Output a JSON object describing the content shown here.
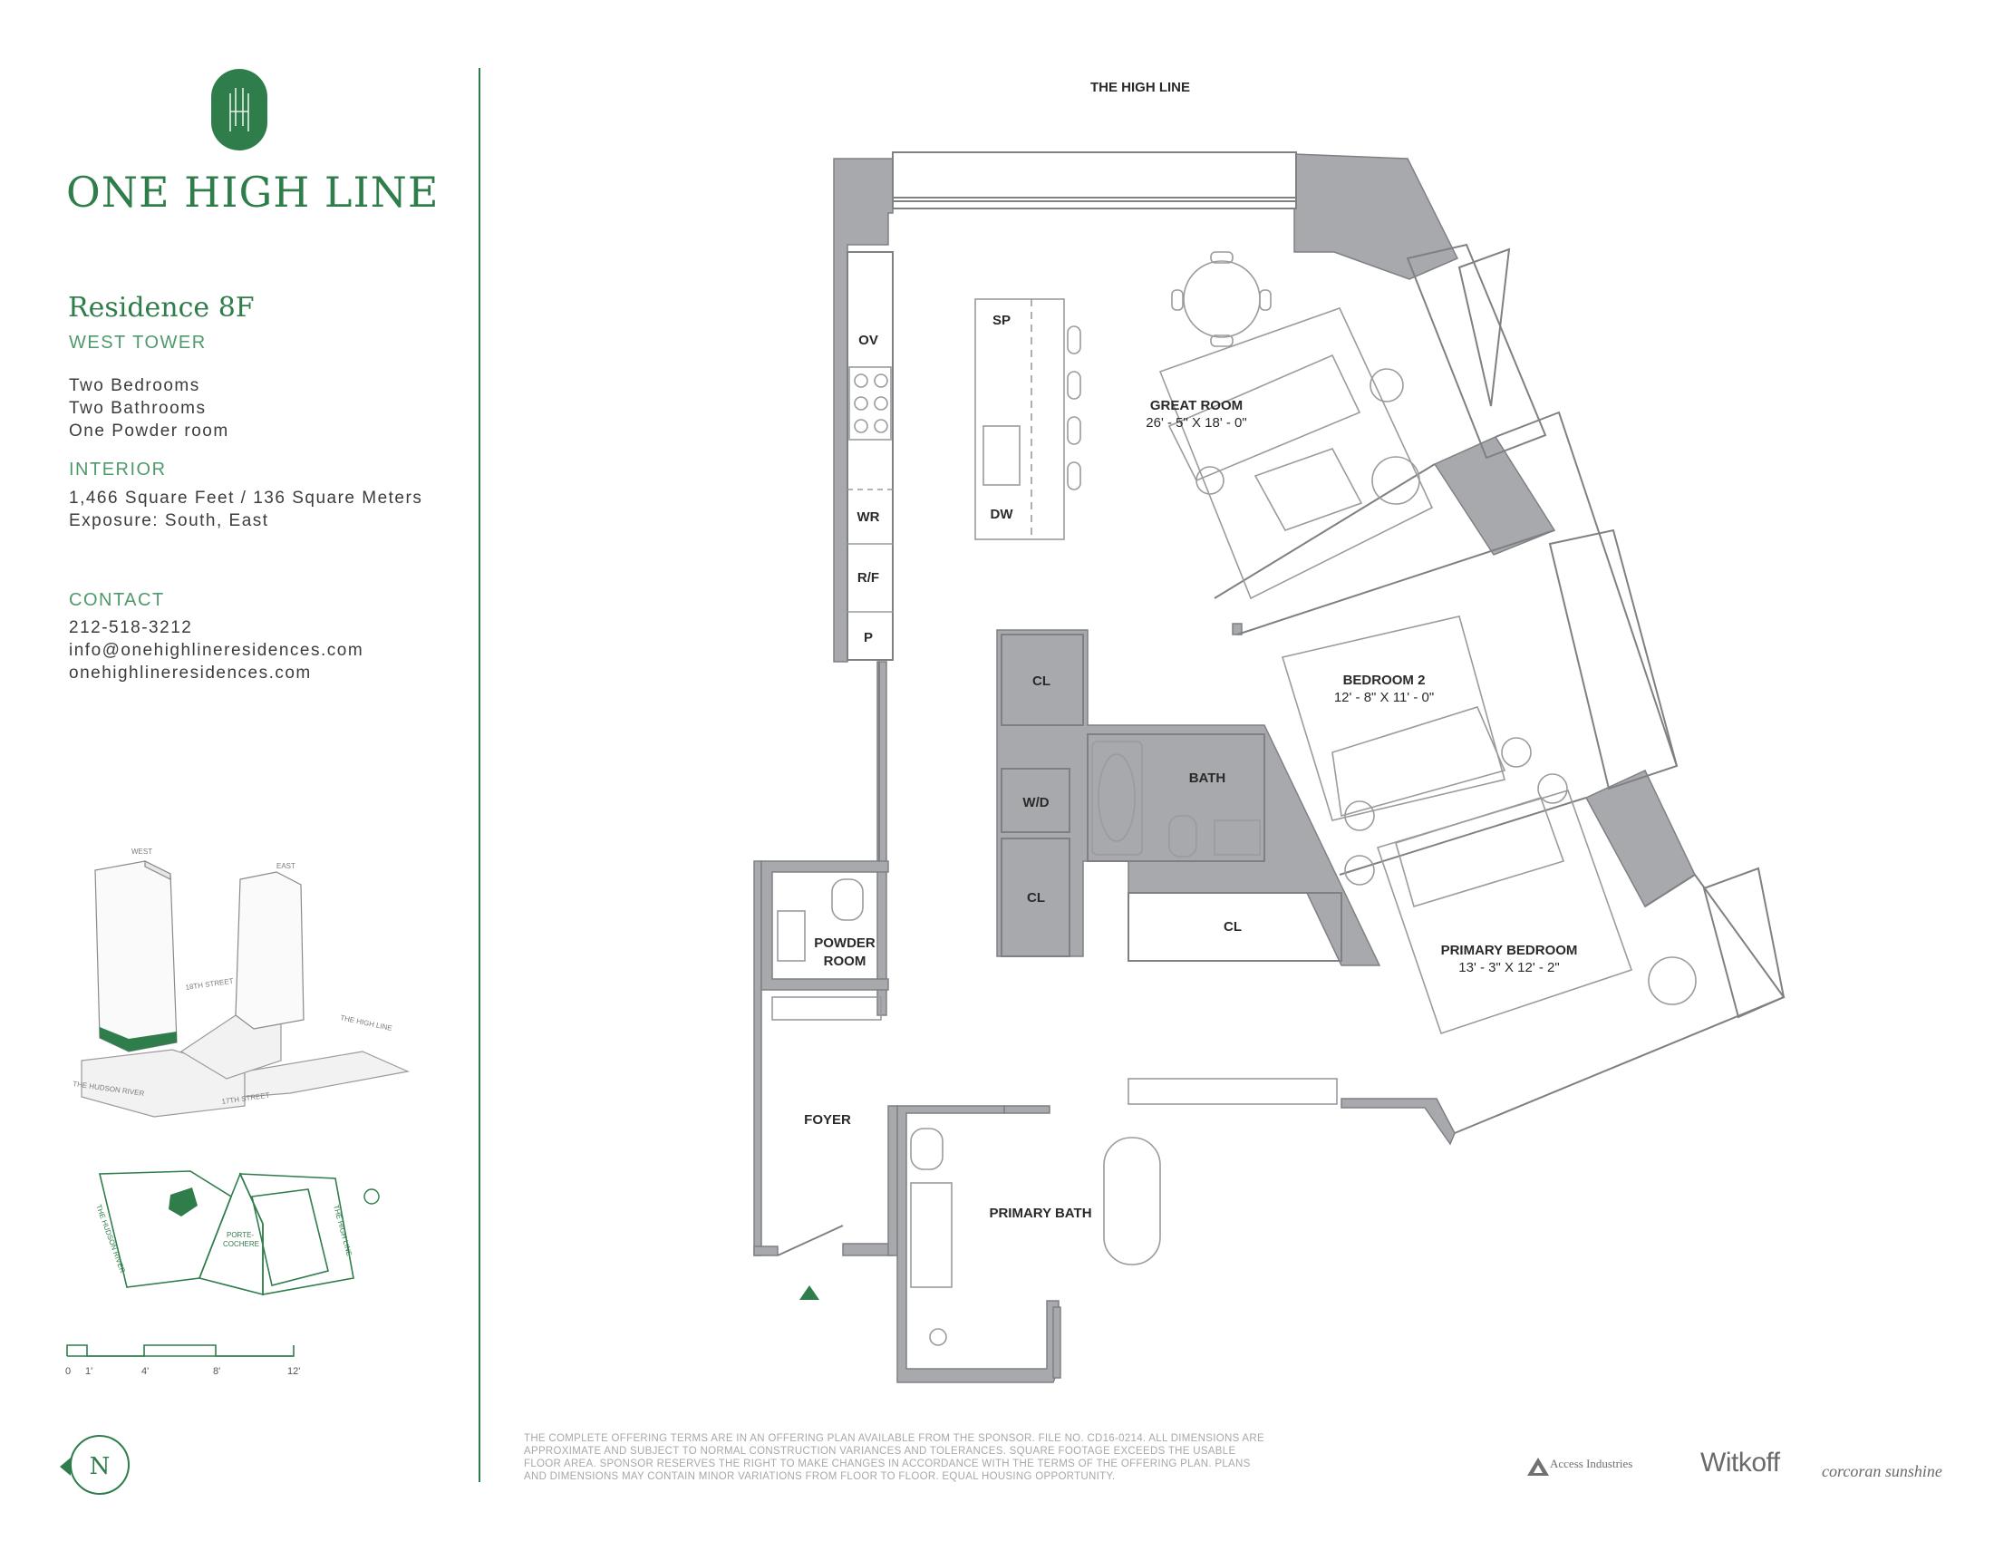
{
  "brand": {
    "name": "ONE HIGH LINE",
    "accent_color": "#2e7d4a"
  },
  "residence": {
    "title": "Residence 8F",
    "tower": "WEST TOWER",
    "features": [
      "Two Bedrooms",
      "Two Bathrooms",
      "One Powder room"
    ]
  },
  "interior": {
    "heading": "INTERIOR",
    "area": "1,466 Square Feet / 136 Square Meters",
    "exposure": "Exposure: South, East"
  },
  "contact": {
    "heading": "CONTACT",
    "phone": "212-518-3212",
    "email": "info@onehighlineresidences.com",
    "website": "onehighlineresidences.com"
  },
  "axonometric": {
    "west": "WEST",
    "east": "EAST",
    "street_18": "18TH STREET",
    "high_line": "THE HIGH LINE",
    "hudson": "THE HUDSON RIVER",
    "street_17": "17TH STREET"
  },
  "site_plan": {
    "hudson": "THE HUDSON RIVER",
    "porte": "PORTE-",
    "cochere": "COCHERE",
    "high_line": "THE HIGH LINE"
  },
  "scale_bar": [
    "0",
    "1'",
    "4'",
    "8'",
    "12'"
  ],
  "compass": {
    "label": "N"
  },
  "floorplan": {
    "top_label": "THE HIGH LINE",
    "kitchen": [
      "OV",
      "WR",
      "R/F",
      "P"
    ],
    "island": [
      "SP",
      "DW"
    ],
    "great_room": {
      "name": "GREAT ROOM",
      "dims": "26' - 5\" X 18' - 0\""
    },
    "bedroom2": {
      "name": "BEDROOM 2",
      "dims": "12' - 8\" X 11' - 0\""
    },
    "primary_bedroom": {
      "name": "PRIMARY BEDROOM",
      "dims": "13' - 3\" X 12' - 2\""
    },
    "closet": "CL",
    "washer_dryer": "W/D",
    "bath": "BATH",
    "powder": [
      "POWDER",
      "ROOM"
    ],
    "foyer": "FOYER",
    "primary_bath": "PRIMARY BATH"
  },
  "disclaimer": "THE COMPLETE OFFERING TERMS ARE IN AN OFFERING PLAN AVAILABLE FROM THE SPONSOR. FILE NO. CD16-0214. ALL DIMENSIONS ARE APPROXIMATE AND SUBJECT TO NORMAL CONSTRUCTION VARIANCES AND TOLERANCES. SQUARE FOOTAGE EXCEEDS THE USABLE FLOOR AREA. SPONSOR RESERVES THE RIGHT TO MAKE CHANGES IN ACCORDANCE WITH THE TERMS OF THE OFFERING PLAN. PLANS AND DIMENSIONS MAY CONTAIN MINOR VARIATIONS FROM FLOOR TO FLOOR. EQUAL HOUSING OPPORTUNITY.",
  "partners": {
    "access": "Access Industries",
    "witkoff": "Witkoff",
    "corcoran": "corcoran sunshine"
  }
}
